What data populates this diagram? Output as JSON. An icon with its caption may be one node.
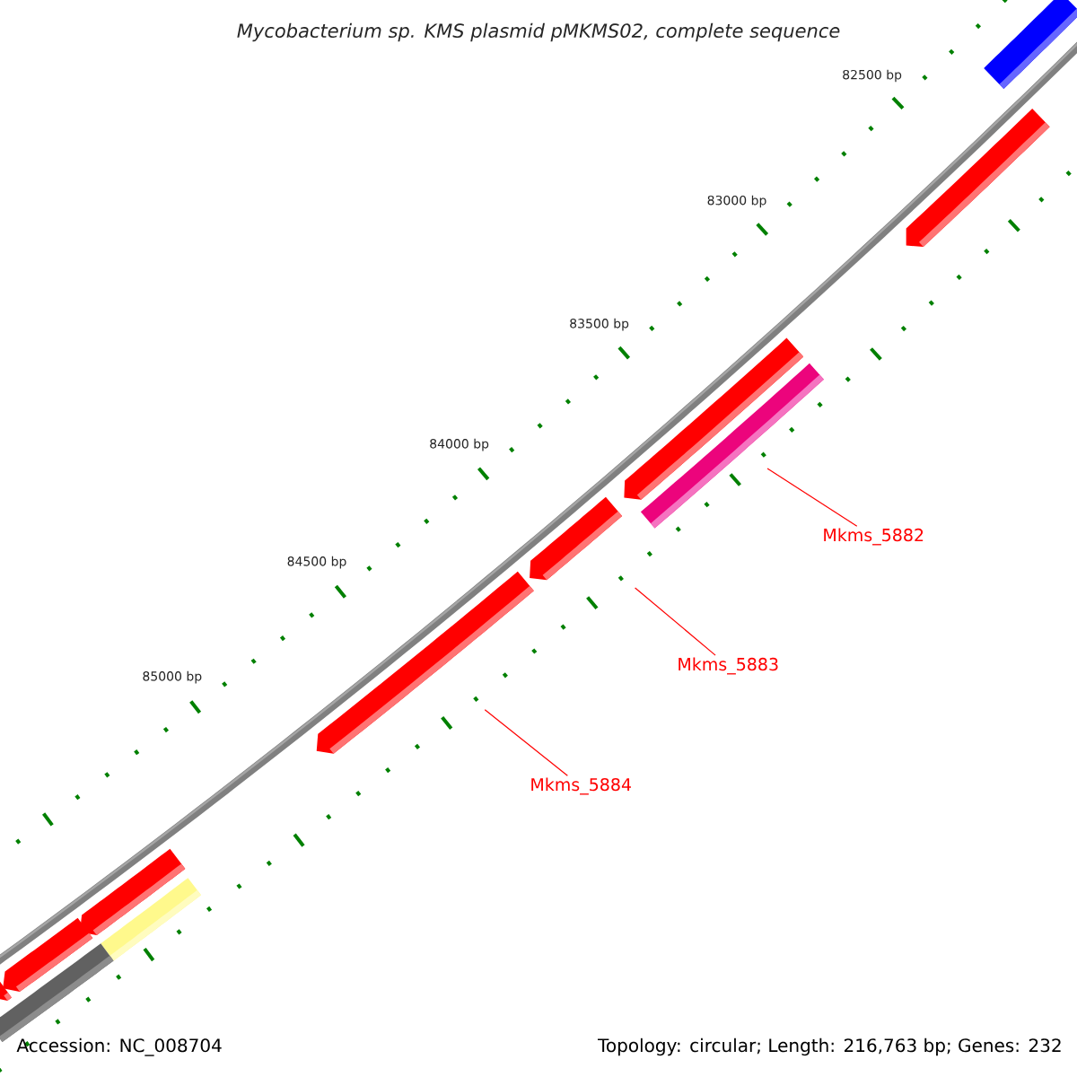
{
  "diagram": {
    "title": "*Mycobacterium* sp. KMS plasmid pMKMS02, complete sequence",
    "nodes": [
      {
        "text": [
          "Mkms_5882"
        ]
      },
      {
        "text": [],
        "shape": "bar"
      },
      {
        "text": [
          "Mkms_5883"
        ]
      },
      {
        "text": [],
        "shape": "bar"
      },
      {
        "text": [
          "Mkms_5884"
        ]
      },
      {
        "text": [],
        "shape": "bar"
      },
      {
        "text": [],
        "shape": "bar"
      },
      {
        "text": [],
        "shape": "bar"
      },
      {
        "text": [],
        "shape": "bar"
      },
      {
        "text": [],
        "shape": "bar"
      },
      {
        "text": [],
        "shape": "bar"
      },
      {
        "text": [],
        "shape": "bar"
      },
      {
        "text": [],
        "shape": "bar"
      },
      {
        "text": [],
        "shape": "bar"
      }
    ],
    "edges": [
      {
        "from": 0,
        "to": 1,
        "arrow": "none"
      },
      {
        "from": 2,
        "to": 3,
        "arrow": "none"
      },
      {
        "from": 4,
        "to": 5,
        "arrow": "none"
      }
    ],
    "labels": [
      "82500 bp",
      "83000 bp",
      "83500 bp",
      "84000 bp",
      "84500 bp",
      "85000 bp",
      "Accession: NC_008704",
      "Topology: circular; Length: 216,763 bp; Genes: 232"
    ]
  }
}
